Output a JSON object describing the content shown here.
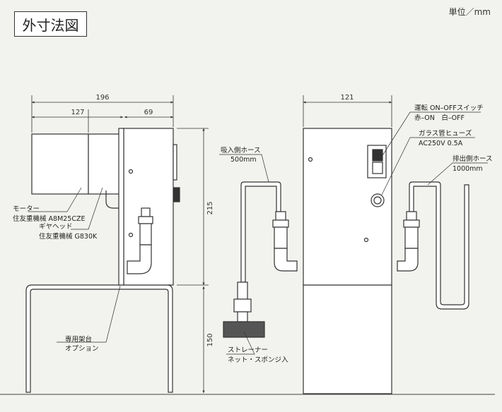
{
  "title": "外寸法図",
  "unit": "単位／mm",
  "dims": {
    "total_width": "196",
    "motor_width": "127",
    "box_depth": "69",
    "height": "215",
    "stand_height": "150",
    "front_width": "121"
  },
  "labels": {
    "motor": [
      "モーター",
      "住友重機械 A8M25CZE"
    ],
    "gear": [
      "ギヤヘッド",
      "住友重機械 G830K"
    ],
    "stand": [
      "専用架台",
      "オプション"
    ],
    "intake": [
      "吸入側ホース",
      "500mm"
    ],
    "strainer": [
      "ストレーナー",
      "ネット・スポンジ入"
    ],
    "switch": [
      "運転 ON–OFFスイッチ",
      "赤–ON　白–OFF"
    ],
    "fuse": [
      "ガラス管ヒューズ",
      "AC250V 0.5A"
    ],
    "discharge": [
      "排出側ホース",
      "1000mm"
    ]
  }
}
